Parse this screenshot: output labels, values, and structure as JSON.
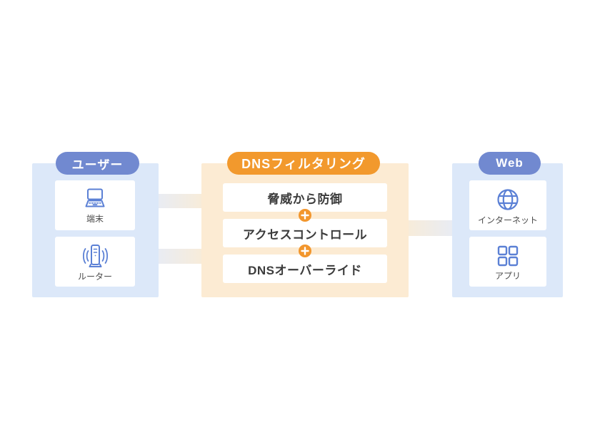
{
  "diagram": {
    "type": "dns-filtering-architecture",
    "plus_symbol": "+"
  },
  "columns": {
    "users": {
      "badge": "ユーザー",
      "items": [
        {
          "icon": "laptop-icon",
          "label": "端末"
        },
        {
          "icon": "router-icon",
          "label": "ルーター"
        }
      ]
    },
    "dns": {
      "badge": "DNSフィルタリング",
      "features": [
        {
          "label": "脅威から防御"
        },
        {
          "label": "アクセスコントロール"
        },
        {
          "label": "DNSオーバーライド"
        }
      ]
    },
    "web": {
      "badge": "Web",
      "items": [
        {
          "icon": "globe-icon",
          "label": "インターネット"
        },
        {
          "icon": "grid-icon",
          "label": "アプリ"
        }
      ]
    }
  },
  "colors": {
    "panel_blue": "#dce8f9",
    "panel_orange": "#fcebd3",
    "badge_blue": "#7189d0",
    "badge_orange": "#f2992d",
    "icon_blue": "#5b80d5",
    "plus_orange": "#f2962d",
    "feature_text": "#3c3c3c",
    "label_text": "#4b4b4b",
    "connector_gray": "#e9ecf3",
    "connector_cream": "#f7ecda"
  }
}
